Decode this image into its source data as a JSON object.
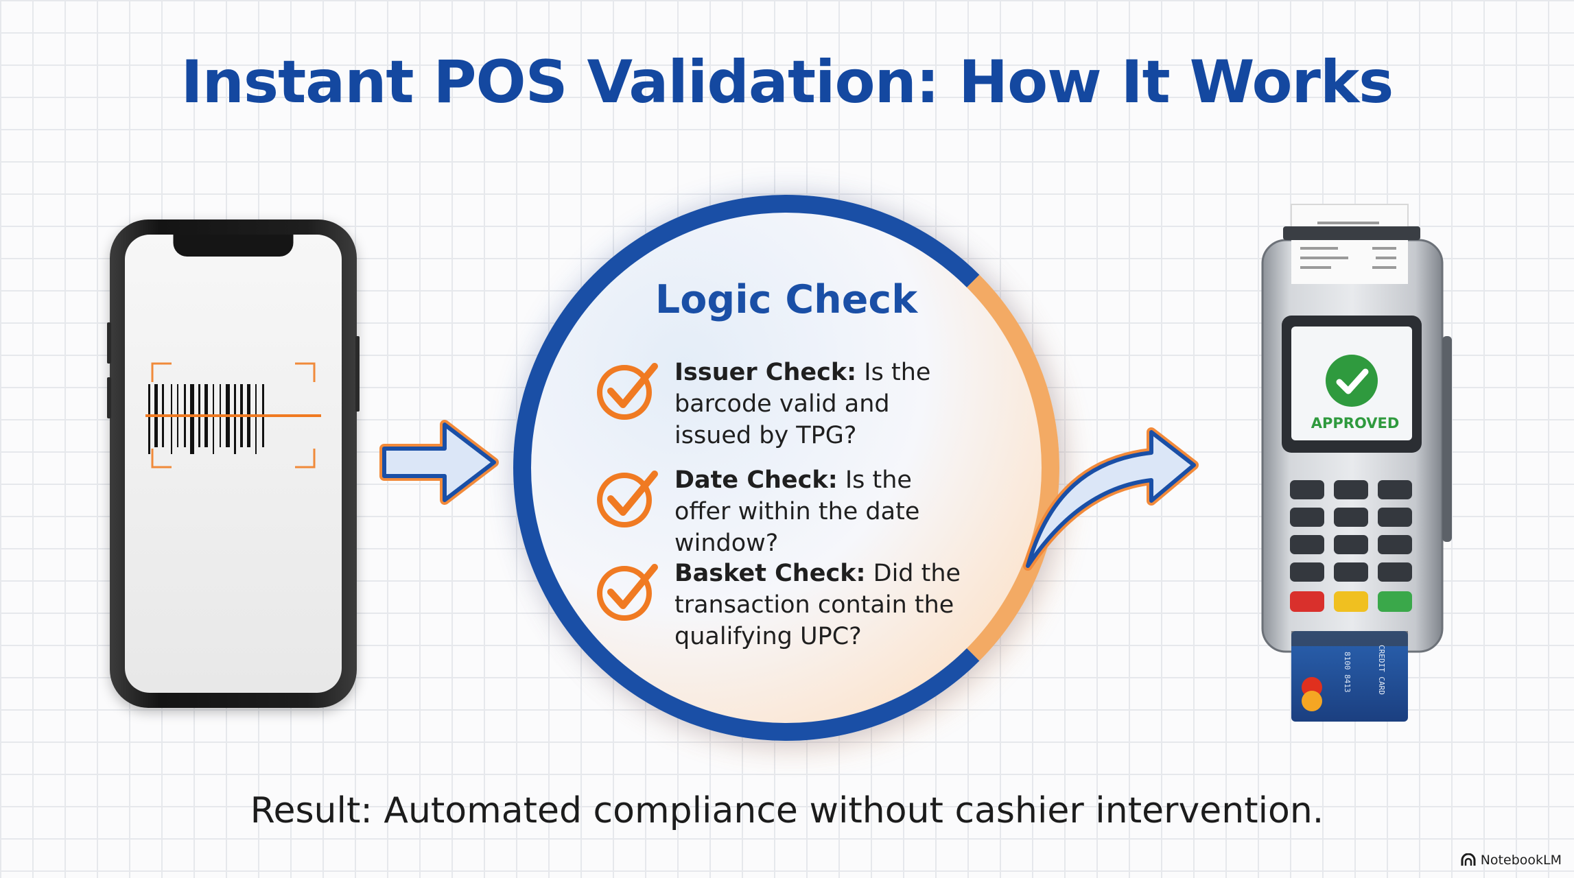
{
  "title": "Instant POS Validation: How It Works",
  "logic_check": {
    "title": "Logic Check",
    "items": [
      {
        "label": "Issuer Check:",
        "text": "Is the barcode valid and issued by TPG?"
      },
      {
        "label": "Date Check:",
        "text": "Is the offer within the date window?"
      },
      {
        "label": "Basket Check:",
        "text": "Did the transaction contain the qualifying UPC?"
      }
    ]
  },
  "terminal": {
    "screen_status": "APPROVED",
    "card_label": "CREDIT CARD"
  },
  "result": "Result: Automated compliance without cashier intervention.",
  "brand": "NotebookLM",
  "colors": {
    "title_blue": "#1448a0",
    "accent_orange": "#f07a22",
    "approved_green": "#2f9a3e"
  },
  "icons": [
    "barcode-scan-icon",
    "arrow-right-icon",
    "curved-arrow-icon",
    "checkmark-icon",
    "approved-check-icon",
    "notebooklm-logo-icon"
  ]
}
